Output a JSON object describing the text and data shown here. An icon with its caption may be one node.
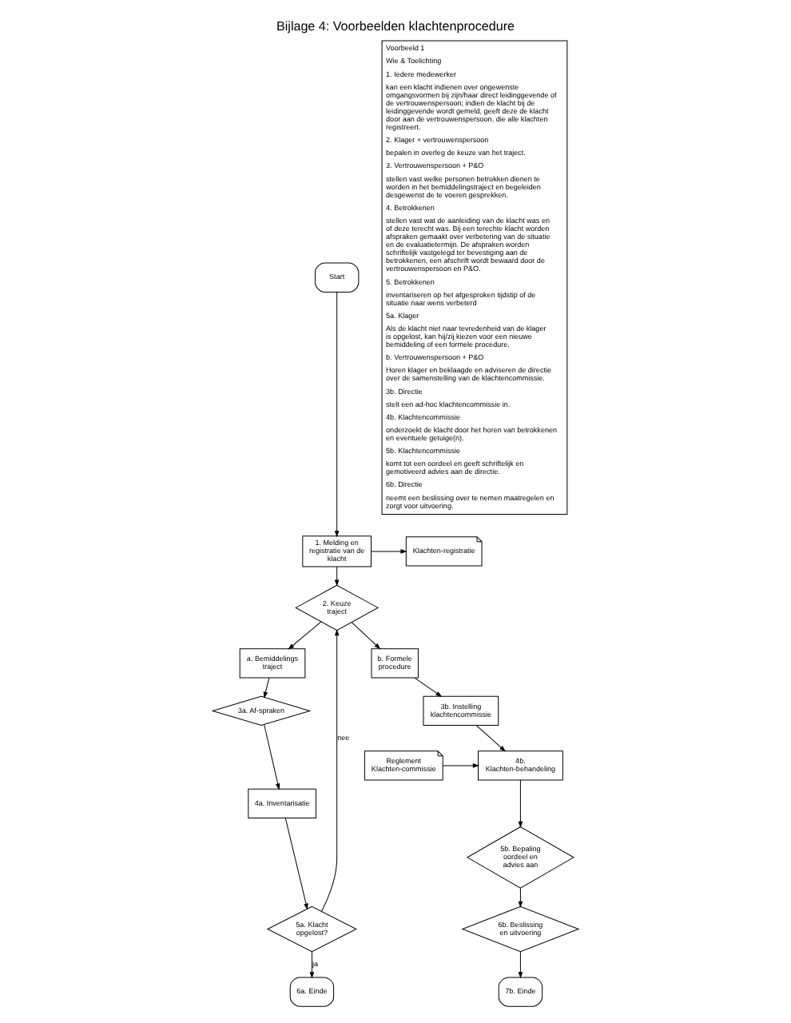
{
  "diagram": {
    "title": "Bijlage 4: Voorbeelden klachtenprocedure",
    "nodes": [
      {
        "text": [
          "Start"
        ]
      },
      {
        "text": [
          "1. Melding en registratie van de klacht"
        ]
      },
      {
        "text": [
          "Klachten-registratie"
        ]
      },
      {
        "text": [
          "2. Keuze traject"
        ]
      },
      {
        "text": [
          "a. Bemiddelings traject"
        ]
      },
      {
        "text": [
          "b. Formele procedure"
        ]
      },
      {
        "text": [
          "3a. Af-spraken"
        ]
      },
      {
        "text": [
          "3b. Instelling klachtencommissie"
        ]
      },
      {
        "text": [
          "4a. Inventarisatie"
        ]
      },
      {
        "text": [
          "Reglement Klachten-commissie"
        ]
      },
      {
        "text": [
          "4b. Klachten-behandeling"
        ]
      },
      {
        "text": [
          "5b. Bepaling oordeel en advies aan"
        ]
      },
      {
        "text": [
          "5a. Klacht opgelost?"
        ]
      },
      {
        "text": [
          "6b. Beslissing en uitvoering"
        ]
      },
      {
        "text": [
          "6a. Einde"
        ]
      },
      {
        "text": [
          "7b. Einde"
        ]
      }
    ],
    "edges": [
      {
        "from": 0,
        "to": 1,
        "arrow": "to"
      },
      {
        "from": 1,
        "to": 2,
        "arrow": "to"
      },
      {
        "from": 1,
        "to": 3,
        "arrow": "to"
      },
      {
        "from": 3,
        "to": 4,
        "arrow": "to"
      },
      {
        "from": 3,
        "to": 5,
        "arrow": "to"
      },
      {
        "from": 4,
        "to": 6,
        "arrow": "to"
      },
      {
        "from": 5,
        "to": 7,
        "arrow": "to"
      },
      {
        "from": 6,
        "to": 8,
        "arrow": "to"
      },
      {
        "from": 7,
        "to": 10,
        "arrow": "to"
      },
      {
        "from": 9,
        "to": 10,
        "arrow": "to"
      },
      {
        "from": 8,
        "to": 12,
        "arrow": "to"
      },
      {
        "from": 10,
        "to": 11,
        "arrow": "to"
      },
      {
        "from": 11,
        "to": 13,
        "arrow": "to"
      },
      {
        "from": 12,
        "to": 3,
        "arrow": "to",
        "label": "nee"
      },
      {
        "from": 12,
        "to": 14,
        "arrow": "to",
        "label": "ja"
      },
      {
        "from": 13,
        "to": 15,
        "arrow": "to"
      }
    ],
    "labels": [
      "Voorbeeld 1",
      "Wie & Toelichting",
      "1. Iedere medewerker",
      "kan een klacht indienen over ongewenste omgangsvormen bij zijn/haar direct leidinggevende of de vertrouwenspersoon; indien de klacht bij de leidinggevende wordt gemeld, geeft deze de klacht door aan de vertrouwenspersoon, die alle klachten registreert.",
      "2. Klager + vertrouwenspersoon",
      "bepalen in overleg de keuze van het traject.",
      "3. Vertrouwenspersoon + P&O",
      "stellen vast welke personen betrokken dienen te worden in het bemiddelingstraject en begeleiden desgewenst de te voeren gesprekken.",
      "4. Betrokkenen",
      "stellen vast wat de aanleiding van de klacht was en of deze terecht was. Bij een terechte klacht worden afspraken gemaakt over verbetering van de situatie en de evaluatietermijn. De afspraken worden schriftelijk vastgelegd ter bevestiging aan de betrokkenen, een afschrift wordt bewaard door de vertrouwenspersoon en P&O.",
      "5. Betrokkenen",
      "inventariseren op het afgesproken tijdstip of de situatie naar wens verbeterd",
      "5a. Klager",
      "Als de klacht niet naar tevredenheid van de klager is opgelost, kan hij/zij kiezen voor een nieuwe bemiddeling of een formele procedure.",
      "b. Vertrouwenspersoon + P&O",
      "Horen klager en beklaagde en adviseren de directie over de samenstelling van de klachtencommissie.",
      "3b. Directie",
      "stelt een ad-hoc klachtencommissie in.",
      "4b. Klachtencommissie",
      "onderzoekt de klacht door het horen van betrokkenen en eventuele getuige(n).",
      "5b. Klachtencommissie",
      "komt tot een oordeel en geeft schriftelijk en gemotiveerd advies aan de directie.",
      "6b. Directie",
      "neemt een beslissing over te nemen maatregelen en zorgt voor uitvoering."
    ]
  }
}
